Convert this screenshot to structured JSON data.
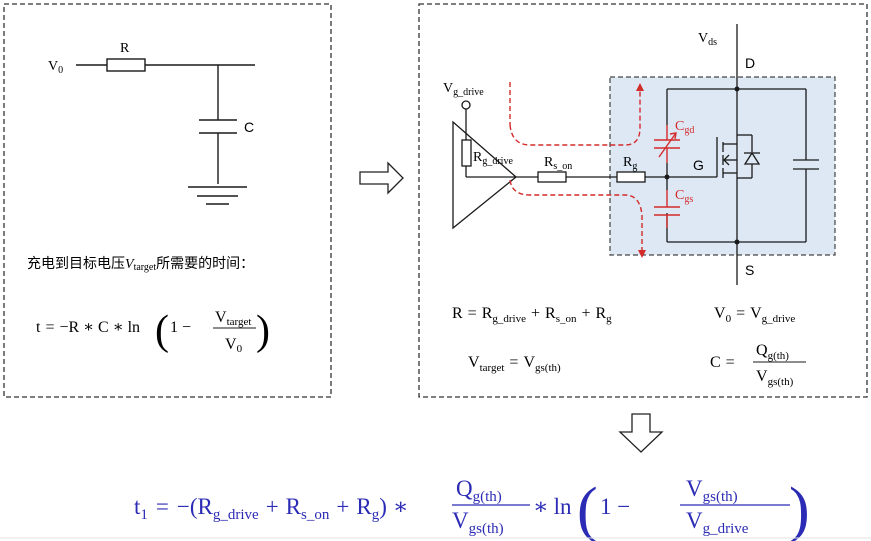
{
  "colors": {
    "ink": "#1a1a1a",
    "panel_border": "#333333",
    "mosfet_bg": "#dde8f4",
    "parasitic_red": "#d42a2a",
    "formula_blue": "#2b2bb5"
  },
  "left_panel": {
    "circuit": {
      "source_label": "V",
      "source_sub": "0",
      "resistor_label": "R",
      "capacitor_label": "C"
    },
    "description": {
      "prefix": "充电到目标电压",
      "var": "V",
      "var_sub": "target",
      "suffix": "所需要的时间："
    },
    "formula": {
      "lhs": "t",
      "eq": "=",
      "body": "−R ∗ C ∗ ln",
      "one_minus": "1 −",
      "num": "V",
      "num_sub": "target",
      "den": "V",
      "den_sub": "0"
    }
  },
  "arrows": {
    "right_arrow": "arrow-right-icon",
    "down_arrow": "arrow-down-icon"
  },
  "right_panel": {
    "circuit": {
      "vds": {
        "main": "V",
        "sub": "ds"
      },
      "drain": "D",
      "source": "S",
      "gate": "G",
      "vg_drive": {
        "main": "V",
        "sub": "g_drive"
      },
      "rg_drive": {
        "main": "R",
        "sub": "g_drive"
      },
      "rs_on": {
        "main": "R",
        "sub": "s_on"
      },
      "rg": {
        "main": "R",
        "sub": "g"
      },
      "cgd": {
        "main": "C",
        "sub": "gd"
      },
      "cgs": {
        "main": "C",
        "sub": "gs"
      }
    },
    "equations": {
      "r_eq": {
        "lhs": "R",
        "eq": "=",
        "t1": "R",
        "t1_sub": "g_drive",
        "plus1": "+",
        "t2": "R",
        "t2_sub": "s_on",
        "plus2": "+",
        "t3": "R",
        "t3_sub": "g"
      },
      "v0_eq": {
        "lhs": "V",
        "lhs_sub": "0",
        "eq": "=",
        "rhs": "V",
        "rhs_sub": "g_drive"
      },
      "vtarget_eq": {
        "lhs": "V",
        "lhs_sub": "target",
        "eq": "=",
        "rhs": "V",
        "rhs_sub": "gs(th)"
      },
      "c_eq": {
        "lhs": "C",
        "eq": "=",
        "num": "Q",
        "num_sub": "g(th)",
        "den": "V",
        "den_sub": "gs(th)"
      }
    }
  },
  "final_formula": {
    "lhs": "t",
    "lhs_sub": "1",
    "eq": "=",
    "open": "−(",
    "t1": "R",
    "t1_sub": "g_drive",
    "plus1": "+",
    "t2": "R",
    "t2_sub": "s_on",
    "plus2": "+",
    "t3": "R",
    "t3_sub": "g",
    "close": ")",
    "times1": "∗",
    "frac1_num": "Q",
    "frac1_num_sub": "g(th)",
    "frac1_den": "V",
    "frac1_den_sub": "gs(th)",
    "times2": "∗",
    "ln": "ln",
    "one_minus": "1 −",
    "frac2_num": "V",
    "frac2_num_sub": "gs(th)",
    "frac2_den": "V",
    "frac2_den_sub": "g_drive"
  }
}
